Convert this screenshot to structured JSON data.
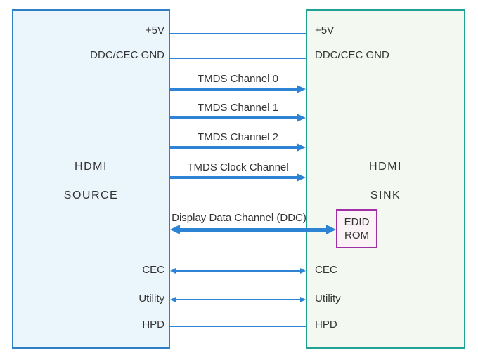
{
  "source_box": {
    "name": "HDMI",
    "role": "SOURCE",
    "ports": {
      "p5v": "+5V",
      "gnd": "DDC/CEC GND",
      "cec": "CEC",
      "utility": "Utility",
      "hpd": "HPD"
    }
  },
  "sink_box": {
    "name": "HDMI",
    "role": "SINK",
    "ports": {
      "p5v": "+5V",
      "gnd": "DDC/CEC GND",
      "cec": "CEC",
      "utility": "Utility",
      "hpd": "HPD"
    },
    "edid_rom": {
      "line1": "EDID",
      "line2": "ROM"
    }
  },
  "connections": {
    "tmds0": "TMDS Channel 0",
    "tmds1": "TMDS Channel 1",
    "tmds2": "TMDS Channel 2",
    "tmds_clock": "TMDS Clock Channel",
    "ddc": "Display Data Channel (DDC)"
  },
  "colors": {
    "line_blue": "#2e84d4",
    "arrow_blue": "#2e84d4",
    "source_border": "#2e7fc6",
    "source_fill": "#ebf5fc",
    "sink_border": "#1fa292",
    "sink_fill": "#f3f9f0",
    "edid_border": "#a12fa5",
    "edid_fill": "#fbf3f5",
    "text": "#333333"
  }
}
